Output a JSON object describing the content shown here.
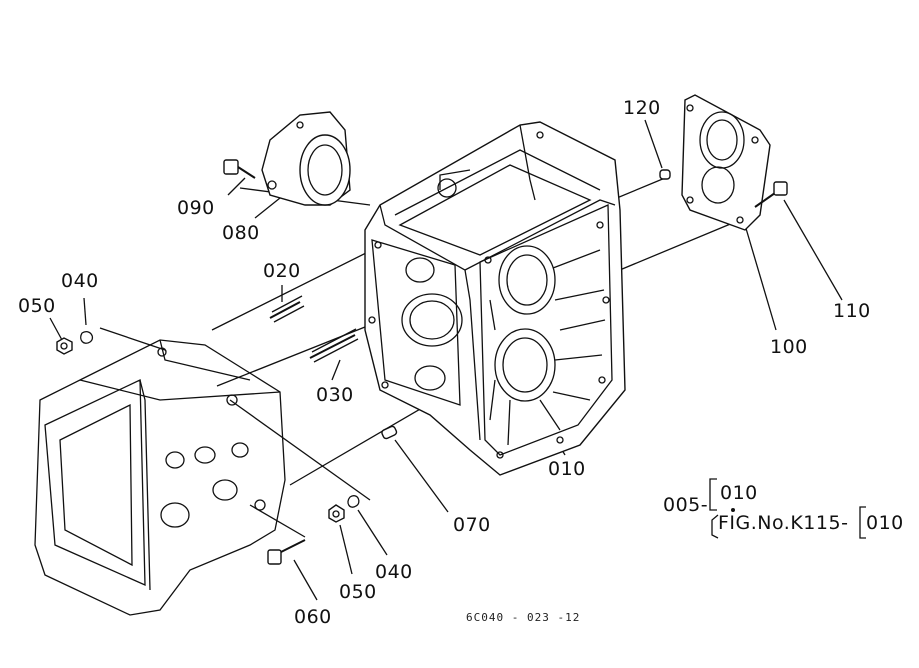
{
  "parts": {
    "p010": "010",
    "p020": "020",
    "p030": "030",
    "p040a": "040",
    "p040b": "040",
    "p050a": "050",
    "p050b": "050",
    "p060": "060",
    "p070": "070",
    "p080": "080",
    "p090": "090",
    "p100": "100",
    "p110": "110",
    "p120": "120"
  },
  "reference": {
    "group_prefix": "005-",
    "group_code": "010",
    "fig_label": "FIG.No.K115-",
    "fig_code": "010"
  },
  "drawing_number": "6C040 - 023 -12"
}
